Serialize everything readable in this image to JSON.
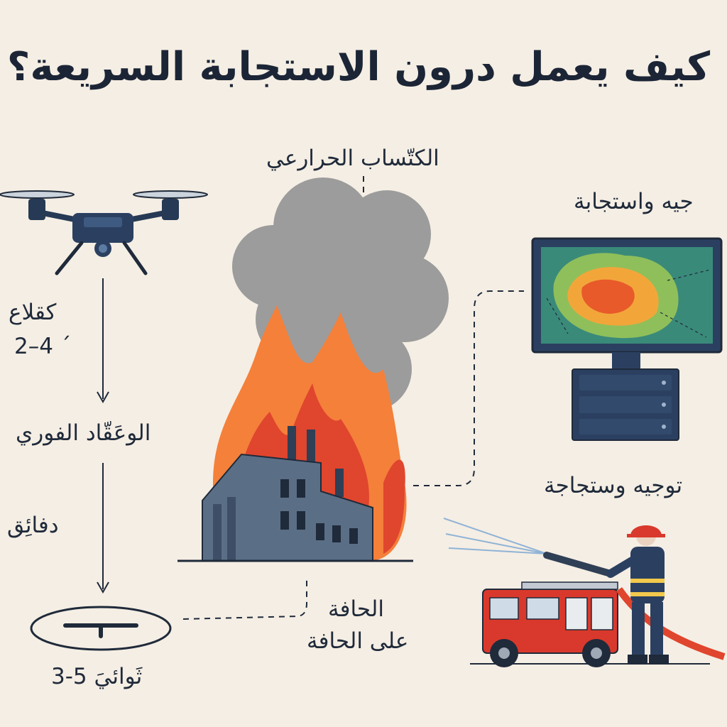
{
  "title": "كيف يعمل درون الاستجابة السريعة؟",
  "labels": {
    "takeoff_line1": "كقلاع",
    "takeoff_line2": "2–4 ´",
    "realtime": "الوعَقّاد الفوري",
    "minutes": "دفائِق",
    "seconds": "3-5  ثَوائيَ",
    "thermal": "الكتّساب الحرارعي",
    "edge_line1": "الحافة",
    "edge_line2": "على الحافة",
    "monitor_label": "جيه واستجابة",
    "response_label": "توجيه وستجاجة"
  },
  "colors": {
    "background": "#f5eee4",
    "navy": "#1f2a3a",
    "flame_orange": "#f4803a",
    "flame_red": "#e0452e",
    "smoke": "#9b9b9b",
    "building": "#5a6f86",
    "truck_red": "#d9392c"
  },
  "icons": [
    "drone-icon",
    "landing-pad-icon",
    "fire-icon",
    "smoke-icon",
    "factory-icon",
    "monitor-icon",
    "server-icon",
    "fire-truck-icon",
    "firefighter-icon"
  ]
}
